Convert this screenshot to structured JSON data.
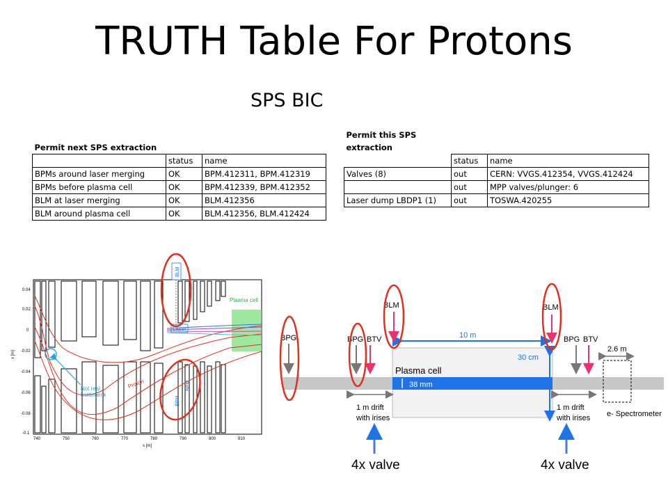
{
  "title": "TRUTH Table For Protons",
  "subtitle": "SPS BIC",
  "left_table": {
    "header": "Permit next SPS extraction",
    "col_status": "status",
    "col_name": "name",
    "rows": [
      {
        "item": "BPMs around laser merging",
        "status": "OK",
        "name": "BPM.412311, BPM.412319"
      },
      {
        "item": "BPMs before plasma cell",
        "status": "OK",
        "name": "BPM.412339, BPM.412352"
      },
      {
        "item": "BLM at laser merging",
        "status": "OK",
        "name": "BLM.412356"
      },
      {
        "item": "BLM around plasma cell",
        "status": "OK",
        "name": "BLM.412356, BLM.412424"
      }
    ]
  },
  "right_table": {
    "header": "Permit this SPS extraction",
    "col_status": "status",
    "col_name": "name",
    "rows": [
      {
        "item": "Valves (8)",
        "status": "out",
        "name": "CERN: VVGS.412354, VVGS.412424"
      },
      {
        "item": "",
        "status": "out",
        "name": "MPP valves/plunger: 6"
      },
      {
        "item": "Laser dump LBDP1 (1)",
        "status": "out",
        "name": "TOSWA.420255"
      }
    ]
  },
  "plot": {
    "x_ticks": [
      "740",
      "750",
      "760",
      "770",
      "780",
      "790",
      "800",
      "810"
    ],
    "y_ticks": [
      "0.04",
      "0.02",
      "0",
      "-0.02",
      "-0.04",
      "-0.06",
      "-0.08",
      "-0.1"
    ],
    "xlabel": "s [m]",
    "ylabel": "x [m]",
    "labels": {
      "plasma_cell": "Plasma cell",
      "laser": "Laser",
      "proton": "Proton",
      "not_real": "Not real",
      "bottleneck": "bottleneck",
      "blm": "BLM",
      "bpm1": "BPM",
      "bpm2": "BPM"
    }
  },
  "schematic": {
    "bpg_left": "BPG",
    "bpg": "BPG",
    "btv": "BTV",
    "blm": "BLM",
    "blm_right": "BLM",
    "length": "10 m",
    "plasma_cell": "Plasma cell",
    "width": "30 cm",
    "diameter": "38 mm",
    "drift1": "1 m drift",
    "irises1": "with irises",
    "bpg_right": "BPG",
    "btv_right": "BTV",
    "gap": "2.6 m",
    "drift2": "1 m drift",
    "irises2": "with irises",
    "spectrometer": "e- Spectrometer",
    "valve_left": "4x valve",
    "valve_right": "4x valve"
  },
  "colors": {
    "red": "#e0301e",
    "blue": "#1e73e8",
    "pink": "#e8336b",
    "gray_beam": "#c8c8c8"
  }
}
